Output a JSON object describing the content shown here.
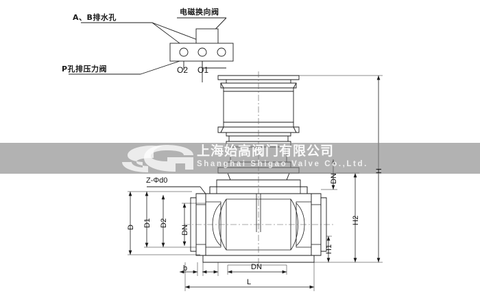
{
  "drawing": {
    "title": "Pneumatic ball valve assembly drawing",
    "line_color": "#1a1a1a",
    "background": "#ffffff"
  },
  "annotations": {
    "drain_holes_label": "A、B排水孔",
    "pressure_relief_label": "P孔排压力阀",
    "solenoid_valve_label": "电磁换向阀",
    "bolt_circle_label": "Z-Φd0"
  },
  "ports": {
    "o2": "O2",
    "o1": "O1"
  },
  "dimensions": {
    "left": [
      {
        "id": "D",
        "label": "D"
      },
      {
        "id": "D1",
        "label": "D1"
      },
      {
        "id": "D2",
        "label": "D2"
      },
      {
        "id": "DN_left",
        "label": "DN"
      }
    ],
    "right": [
      {
        "id": "H",
        "label": "H"
      },
      {
        "id": "H2",
        "label": "H2"
      },
      {
        "id": "H1",
        "label": "H1"
      },
      {
        "id": "DN_right",
        "label": "DN"
      }
    ],
    "bottom": [
      {
        "id": "b",
        "label": "b"
      },
      {
        "id": "DN_bottom",
        "label": "DN"
      },
      {
        "id": "L",
        "label": "L"
      }
    ]
  },
  "watermark": {
    "logo_text": "SG",
    "company_cn": "上海始高阀门有限公司",
    "company_en": "Shanghai Shigao Valve Co.,Ltd.",
    "band_color": "#828282"
  }
}
